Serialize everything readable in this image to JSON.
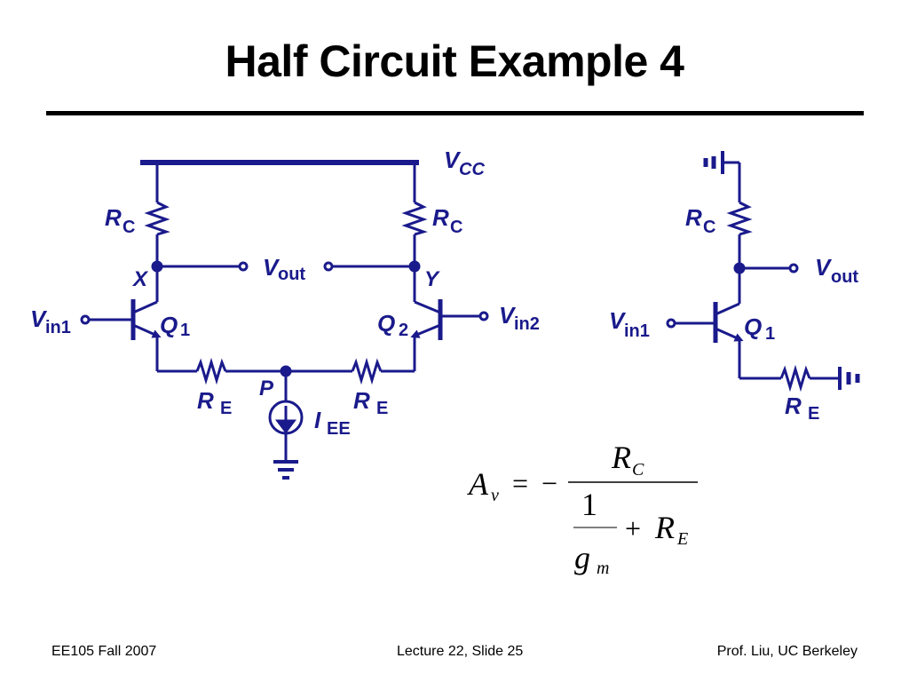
{
  "slide": {
    "title": "Half Circuit Example 4",
    "footer_left": "EE105 Fall 2007",
    "footer_center": "Lecture 22, Slide 25",
    "footer_right": "Prof. Liu, UC Berkeley"
  },
  "colors": {
    "wire": "#1a1a8c",
    "text": "#000000"
  },
  "diff_circuit": {
    "vcc_main": "V",
    "vcc_sub": "CC",
    "rc_left_main": "R",
    "rc_left_sub": "C",
    "rc_right_main": "R",
    "rc_right_sub": "C",
    "vout_main": "V",
    "vout_sub": "out",
    "node_x": "X",
    "node_y": "Y",
    "vin1_main": "V",
    "vin1_sub": "in1",
    "vin2_main": "V",
    "vin2_sub": "in2",
    "q1_main": "Q",
    "q1_sub": "1",
    "q2_main": "Q",
    "q2_sub": "2",
    "node_p": "P",
    "re_left_main": "R",
    "re_left_sub": "E",
    "re_right_main": "R",
    "re_right_sub": "E",
    "iee_main": "I",
    "iee_sub": "EE"
  },
  "half_circuit": {
    "rc_main": "R",
    "rc_sub": "C",
    "vout_main": "V",
    "vout_sub": "out",
    "vin1_main": "V",
    "vin1_sub": "in1",
    "q1_main": "Q",
    "q1_sub": "1",
    "re_main": "R",
    "re_sub": "E"
  },
  "equation": {
    "lhs_main": "A",
    "lhs_sub": "v",
    "equals": "=",
    "minus": "−",
    "num_main": "R",
    "num_sub": "C",
    "one": "1",
    "gm_main": "g",
    "gm_sub": "m",
    "plus": "+",
    "re_main": "R",
    "re_sub": "E"
  }
}
